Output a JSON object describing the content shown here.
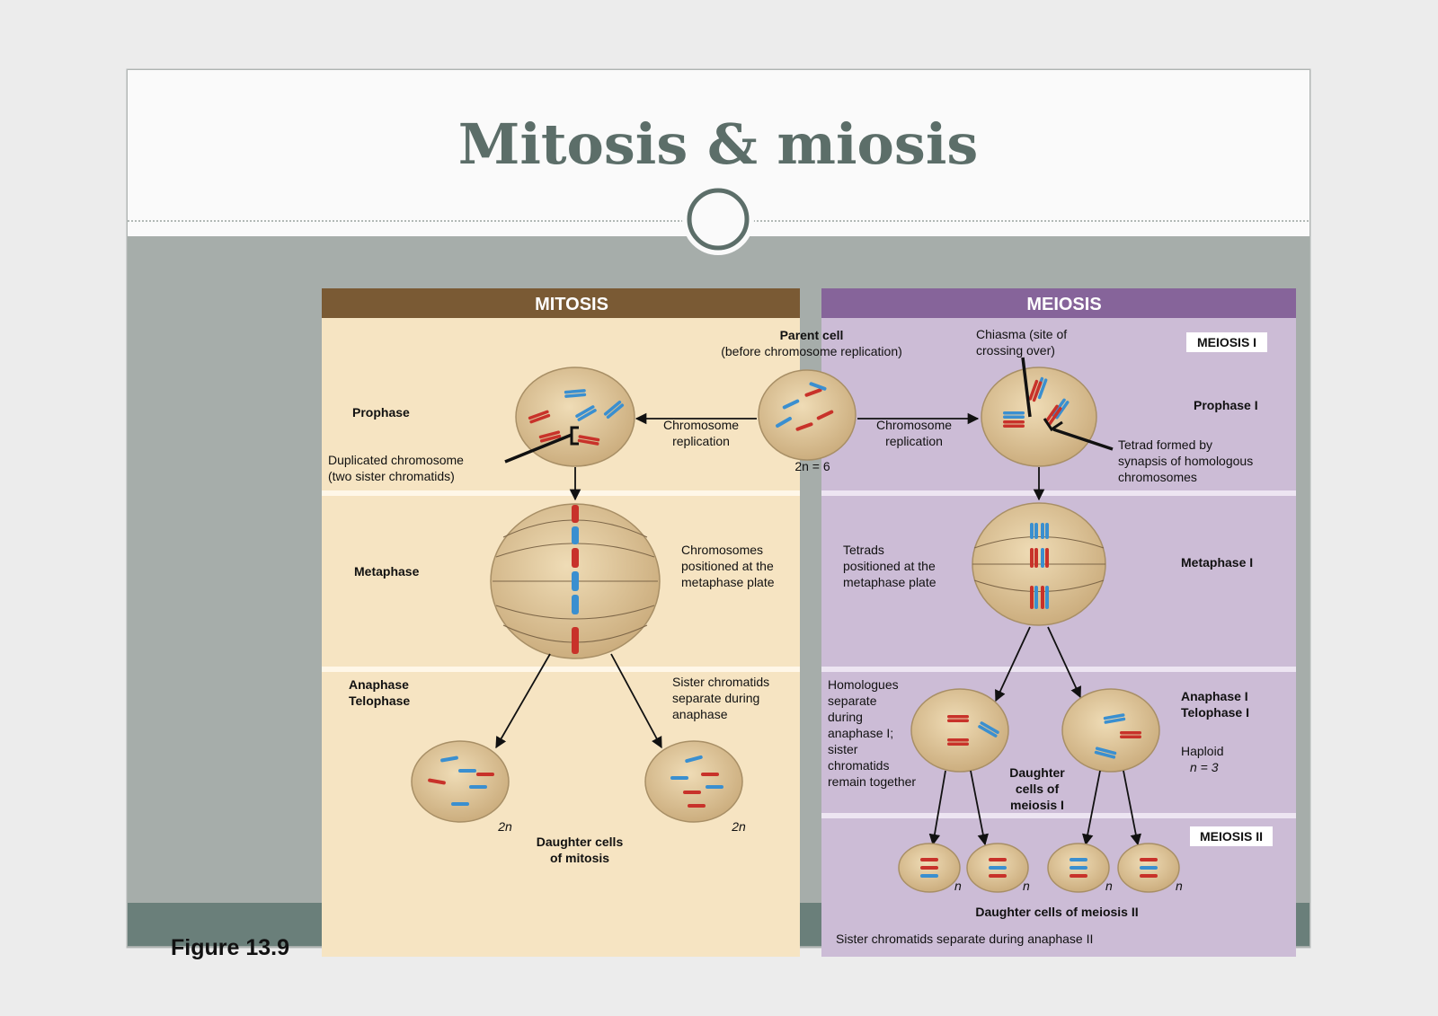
{
  "slide": {
    "title": "Mitosis & miosis",
    "figure_label": "Figure 13.9"
  },
  "colors": {
    "title": "#5c6e69",
    "mitosis_header": "#7a5a34",
    "meiosis_header": "#86649a",
    "mitosis_bg": "#f6e4c2",
    "meiosis_bg": "#ccbcd6",
    "cell_fill": "#dcc39a",
    "red_chromosome": "#c8322a",
    "blue_chromosome": "#3a8fd0"
  },
  "mitosis": {
    "header": "MITOSIS",
    "prophase_label": "Prophase",
    "duplicated_label_1": "Duplicated chromosome",
    "duplicated_label_2": "(two sister chromatids)",
    "replication_label_1": "Chromosome",
    "replication_label_2": "replication",
    "metaphase_label": "Metaphase",
    "metaphase_note_1": "Chromosomes",
    "metaphase_note_2": "positioned at the",
    "metaphase_note_3": "metaphase plate",
    "anaphase_label_1": "Anaphase",
    "anaphase_label_2": "Telophase",
    "sister_note_1": "Sister chromatids",
    "sister_note_2": "separate during",
    "sister_note_3": "anaphase",
    "daughter_left_ploidy": "2n",
    "daughter_right_ploidy": "2n",
    "daughter_label_1": "Daughter cells",
    "daughter_label_2": "of mitosis"
  },
  "parent": {
    "label_1": "Parent cell",
    "label_2": "(before chromosome replication)",
    "ploidy": "2n = 6"
  },
  "meiosis": {
    "header": "MEIOSIS",
    "meiosis1_badge": "MEIOSIS I",
    "meiosis2_badge": "MEIOSIS II",
    "chiasma_1": "Chiasma (site of",
    "chiasma_2": "crossing over)",
    "replication_label_1": "Chromosome",
    "replication_label_2": "replication",
    "prophase_label": "Prophase I",
    "tetrad_1": "Tetrad formed by",
    "tetrad_2": "synapsis of homologous",
    "tetrad_3": "chromosomes",
    "tetrads_note_1": "Tetrads",
    "tetrads_note_2": "positioned at the",
    "tetrads_note_3": "metaphase plate",
    "metaphase_label": "Metaphase I",
    "homologues_1": "Homologues",
    "homologues_2": "separate",
    "homologues_3": "during",
    "homologues_4": "anaphase I;",
    "homologues_5": "sister",
    "homologues_6": "chromatids",
    "homologues_7": "remain together",
    "anaphase_label_1": "Anaphase I",
    "anaphase_label_2": "Telophase I",
    "haploid_1": "Haploid",
    "haploid_2": "n = 3",
    "daughter1_1": "Daughter",
    "daughter1_2": "cells of",
    "daughter1_3": "meiosis I",
    "n1": "n",
    "n2": "n",
    "n3": "n",
    "n4": "n",
    "daughter2_label": "Daughter cells of meiosis II",
    "sister_sep": "Sister chromatids separate during anaphase II"
  }
}
